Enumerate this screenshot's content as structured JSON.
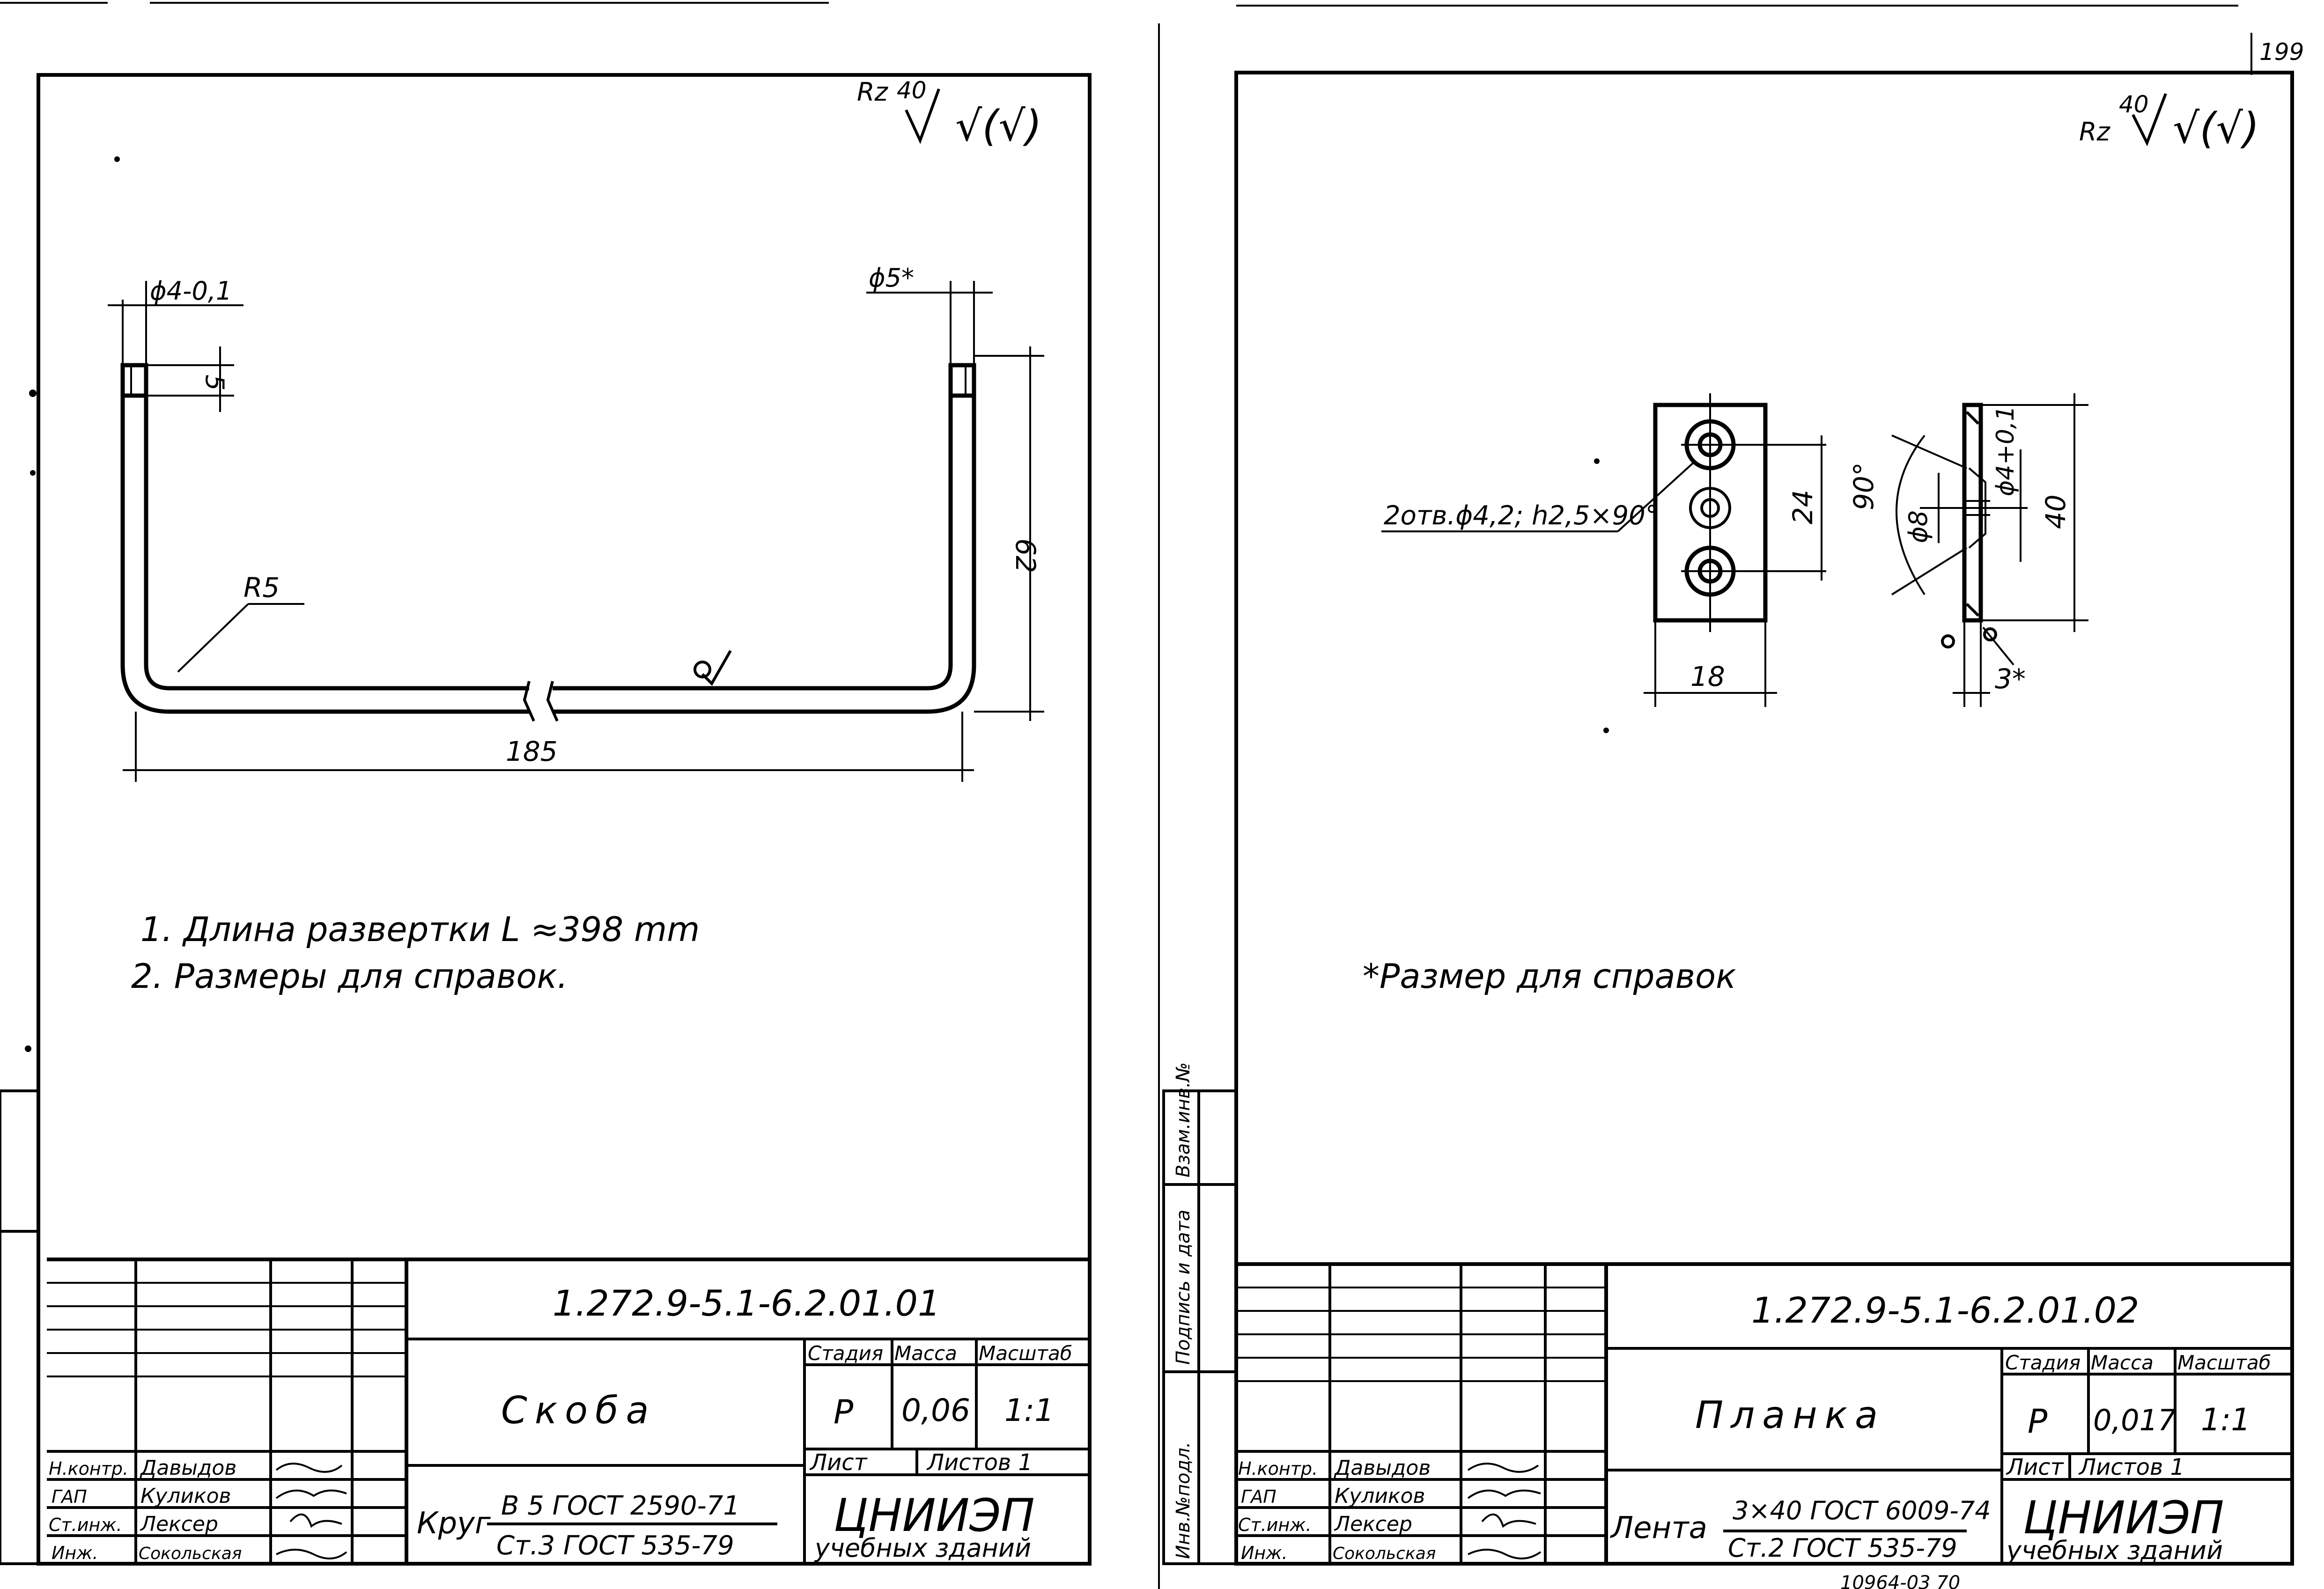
{
  "page_number": "199",
  "sheets": [
    {
      "surface": {
        "rz_label": "Rz",
        "rz_value": "40",
        "symbol": "√(√)"
      },
      "dimensions": {
        "dia_end": "ϕ4-0,1",
        "dia_rod": "ϕ5*",
        "thread_length": "5",
        "height": "62",
        "radius": "R5",
        "width": "185"
      },
      "notes": [
        "1. Длина развертки L ≈398 mm",
        "2. Размеры для справок."
      ],
      "title_block": {
        "doc_code": "1.272.9-5.1-6.2.01.01",
        "name": "Скоба",
        "material_label": "Круг",
        "material_top": "В 5 ГОСТ 2590-71",
        "material_bottom": "Ст.3 ГОСТ 535-79",
        "stage_header": "Стадия",
        "mass_header": "Масса",
        "scale_header": "Масштаб",
        "stage": "Р",
        "mass": "0,06",
        "scale": "1:1",
        "sheet_label": "Лист",
        "sheets_label": "Листов 1",
        "org": "ЦНИИЭП",
        "org_sub": "учебных зданий",
        "roles": [
          "Н.контр.",
          "ГАП",
          "Ст.инж.",
          "Инж."
        ],
        "names": [
          "Давыдов",
          "Куликов",
          "Лексер",
          "Сокольская"
        ]
      }
    },
    {
      "surface": {
        "rz_label": "Rz",
        "rz_value": "40",
        "symbol": "√(√)"
      },
      "dimensions": {
        "holes": "2отв.ϕ4,2; h2,5×90°",
        "spacing": "24",
        "angle": "90°",
        "csk_dia": "ϕ8",
        "dia_hole": "ϕ4+0,1",
        "height": "40",
        "width": "18",
        "thickness": "3*"
      },
      "notes": [
        "*Размер для справок"
      ],
      "title_block": {
        "doc_code": "1.272.9-5.1-6.2.01.02",
        "name": "Планка",
        "material_label": "Лента",
        "material_top": "3×40 ГОСТ 6009-74",
        "material_bottom": "Ст.2 ГОСТ 535-79",
        "stage_header": "Стадия",
        "mass_header": "Масса",
        "scale_header": "Масштаб",
        "stage": "Р",
        "mass": "0,017",
        "scale": "1:1",
        "sheet_label": "Лист",
        "sheets_label": "Листов 1",
        "org": "ЦНИИЭП",
        "org_sub": "учебных зданий",
        "roles": [
          "Н.контр.",
          "ГАП",
          "Ст.инж.",
          "Инж."
        ],
        "names": [
          "Давыдов",
          "Куликов",
          "Лексер",
          "Сокольская"
        ]
      }
    }
  ],
  "side_labels": [
    "Инв.№подл.",
    "Подпись и дата",
    "Взам.инв.№"
  ],
  "bottom_code": "10964-03  70"
}
